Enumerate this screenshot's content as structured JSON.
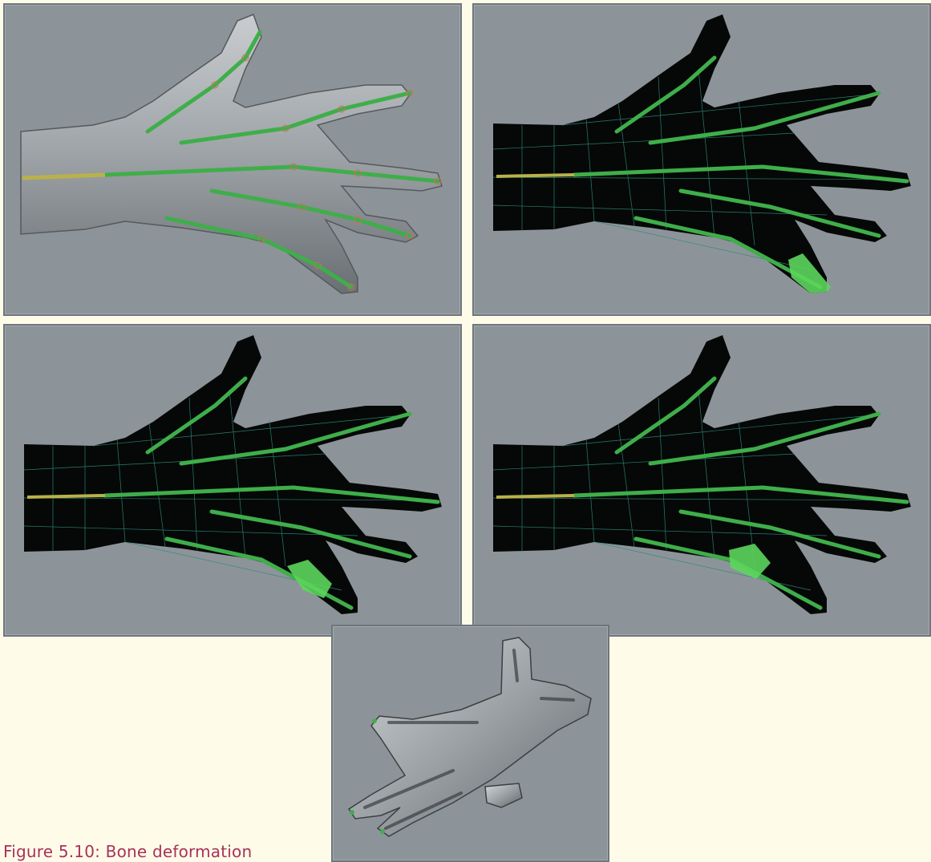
{
  "figure": {
    "caption": "Figure 5.10:  Bone deformation",
    "colors": {
      "page_background": "#fefbe9",
      "viewport_background": "#8d9499",
      "caption": "#a8325a",
      "bone": "#3fae4a",
      "root_bone": "#b9b24a",
      "wireframe": "#2e8a7a",
      "selected_weights": "#5cd65c"
    }
  },
  "panels": [
    {
      "id": "shaded-hand-with-skeleton",
      "icon": "hand-shaded"
    },
    {
      "id": "wireframe-fingertip-selected",
      "icon": "hand-wireframe"
    },
    {
      "id": "wireframe-middle-joint-selected",
      "icon": "hand-wireframe"
    },
    {
      "id": "wireframe-base-joint-selected",
      "icon": "hand-wireframe"
    },
    {
      "id": "deformed-hand-perspective",
      "icon": "hand-shaded-perspective"
    }
  ]
}
